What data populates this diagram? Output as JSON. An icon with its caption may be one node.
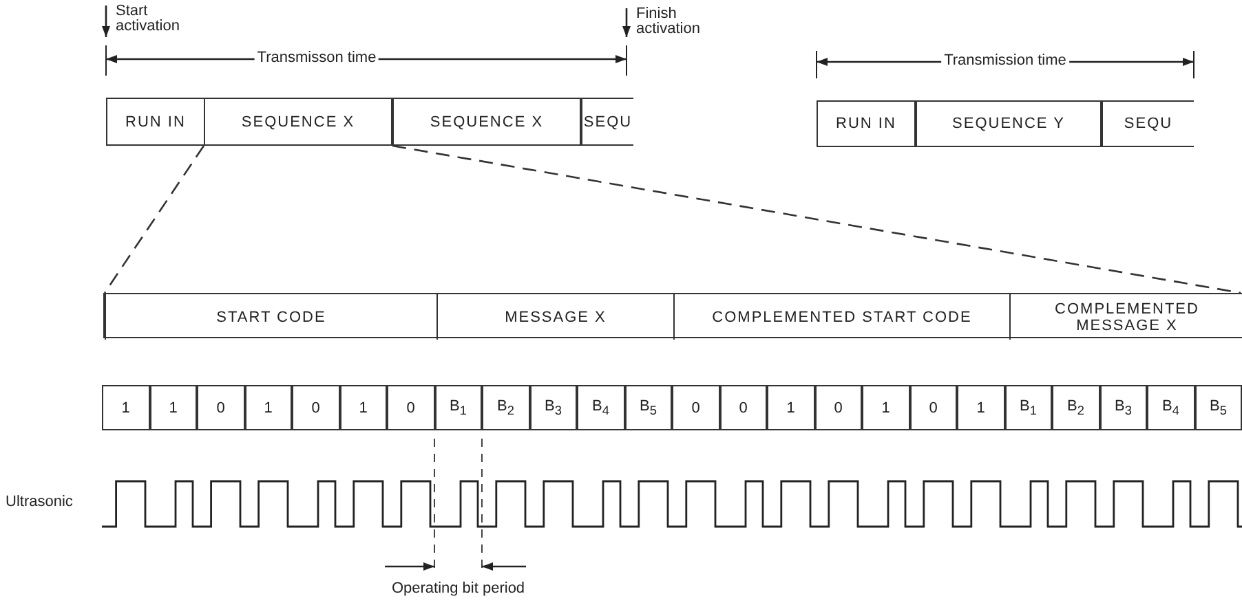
{
  "diagram": {
    "nodes": [
      {
        "text": [
          "RUN IN"
        ]
      },
      {
        "text": [
          "SEQUENCE X"
        ]
      },
      {
        "text": [
          "SEQUENCE X"
        ]
      },
      {
        "text": [
          "SEQU"
        ]
      },
      {
        "text": [
          "RUN IN"
        ]
      },
      {
        "text": [
          "SEQUENCE Y"
        ]
      },
      {
        "text": [
          "SEQU"
        ]
      },
      {
        "text": [],
        "shape": "bar"
      },
      {
        "text": [
          "START CODE"
        ],
        "in": 7
      },
      {
        "text": [
          "MESSAGE X"
        ],
        "in": 7
      },
      {
        "text": [
          "COMPLEMENTED START CODE"
        ],
        "in": 7
      },
      {
        "text": [
          "COMPLEMENTED MESSAGE X"
        ],
        "in": 7
      },
      {
        "text": [
          "1"
        ]
      },
      {
        "text": [
          "1"
        ]
      },
      {
        "text": [
          "0"
        ]
      },
      {
        "text": [
          "1"
        ]
      },
      {
        "text": [
          "0"
        ]
      },
      {
        "text": [
          "1"
        ]
      },
      {
        "text": [
          "0"
        ]
      },
      {
        "text": [
          "B$_{1}$"
        ]
      },
      {
        "text": [
          "B$_{2}$"
        ]
      },
      {
        "text": [
          "B$_{3}$"
        ]
      },
      {
        "text": [
          "B$_{4}$"
        ]
      },
      {
        "text": [
          "B$_{5}$"
        ]
      },
      {
        "text": [
          "0"
        ]
      },
      {
        "text": [
          "0"
        ]
      },
      {
        "text": [
          "1"
        ]
      },
      {
        "text": [
          "0"
        ]
      },
      {
        "text": [
          "1"
        ]
      },
      {
        "text": [
          "0"
        ]
      },
      {
        "text": [
          "1"
        ]
      },
      {
        "text": [
          "B$_{1}$"
        ]
      },
      {
        "text": [
          "B$_{2}$"
        ]
      },
      {
        "text": [
          "B$_{3}$"
        ]
      },
      {
        "text": [
          "B$_{4}$"
        ]
      },
      {
        "text": [
          "B$_{5}$"
        ]
      }
    ],
    "edges": [
      {
        "from": 1,
        "to": 7,
        "arrow": "none",
        "style": "dashed"
      },
      {
        "from": 1,
        "to": 7,
        "arrow": "none",
        "style": "dashed"
      }
    ],
    "labels": [
      "Start activation",
      "Finish activation",
      "Transmisson time",
      "Transmission time",
      "Ultrasonic",
      "Operating bit period"
    ]
  }
}
